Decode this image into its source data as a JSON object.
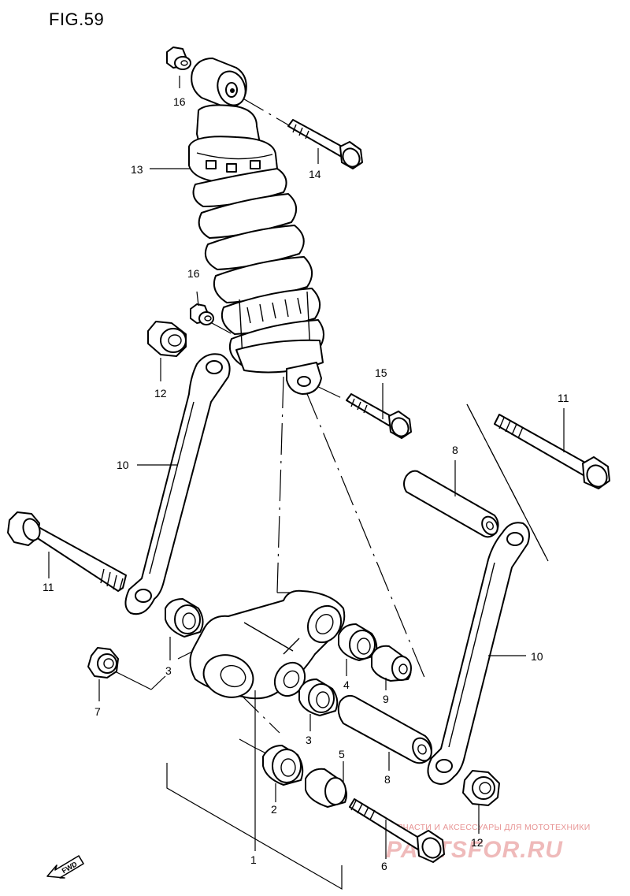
{
  "figure": {
    "title": "FIG.59"
  },
  "callouts": [
    {
      "id": "c1",
      "label": "1"
    },
    {
      "id": "c2",
      "label": "2"
    },
    {
      "id": "c3a",
      "label": "3"
    },
    {
      "id": "c3b",
      "label": "3"
    },
    {
      "id": "c4",
      "label": "4"
    },
    {
      "id": "c5",
      "label": "5"
    },
    {
      "id": "c6",
      "label": "6"
    },
    {
      "id": "c7",
      "label": "7"
    },
    {
      "id": "c8a",
      "label": "8"
    },
    {
      "id": "c8b",
      "label": "8"
    },
    {
      "id": "c9",
      "label": "9"
    },
    {
      "id": "c10a",
      "label": "10"
    },
    {
      "id": "c10b",
      "label": "10"
    },
    {
      "id": "c11a",
      "label": "11"
    },
    {
      "id": "c11b",
      "label": "11"
    },
    {
      "id": "c12a",
      "label": "12"
    },
    {
      "id": "c12b",
      "label": "12"
    },
    {
      "id": "c13",
      "label": "13"
    },
    {
      "id": "c14",
      "label": "14"
    },
    {
      "id": "c15",
      "label": "15"
    },
    {
      "id": "c16a",
      "label": "16"
    },
    {
      "id": "c16b",
      "label": "16"
    }
  ],
  "fwd_arrow": {
    "label": "FWD",
    "icon": "fwd-arrow-icon"
  },
  "watermark": {
    "tagline": "ЗАПЧАСТИ И АКСЕССУАРЫ ДЛЯ МОТОТЕХНИКИ",
    "brand": "PARTSFOR.RU",
    "color": "#d43c3c"
  }
}
